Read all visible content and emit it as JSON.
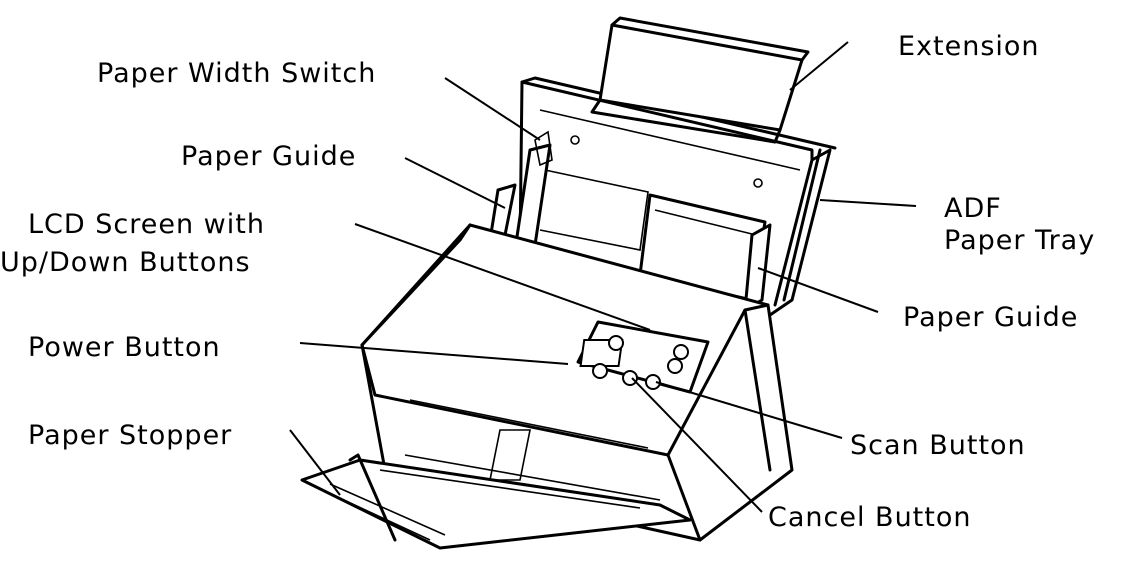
{
  "labels": {
    "extension": "Extension",
    "paper_width_switch": "Paper Width Switch",
    "paper_guide_left": "Paper Guide",
    "lcd_screen_line1": "LCD Screen with",
    "lcd_screen_line2": "Up/Down Buttons",
    "adf_line1": "ADF",
    "adf_line2": "Paper Tray",
    "paper_guide_right": "Paper Guide",
    "power_button": "Power Button",
    "paper_stopper": "Paper Stopper",
    "scan_button": "Scan Button",
    "cancel_button": "Cancel Button"
  }
}
